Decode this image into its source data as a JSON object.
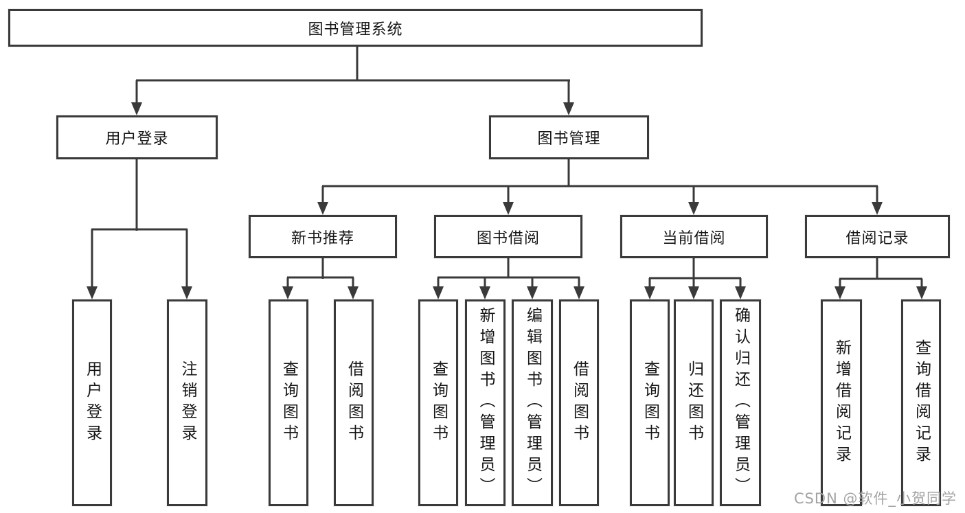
{
  "diagram": {
    "type": "hierarchy",
    "root": {
      "label": "图书管理系统"
    },
    "level2": [
      {
        "label": "用户登录"
      },
      {
        "label": "图书管理"
      }
    ],
    "level3": [
      {
        "label": "新书推荐",
        "parent": "图书管理"
      },
      {
        "label": "图书借阅",
        "parent": "图书管理"
      },
      {
        "label": "当前借阅",
        "parent": "图书管理"
      },
      {
        "label": "借阅记录",
        "parent": "图书管理"
      }
    ],
    "leaves": [
      {
        "label": "用户登录",
        "parent": "用户登录"
      },
      {
        "label": "注销登录",
        "parent": "用户登录"
      },
      {
        "label": "查询图书",
        "parent": "新书推荐"
      },
      {
        "label": "借阅图书",
        "parent": "新书推荐"
      },
      {
        "label": "查询图书",
        "parent": "图书借阅"
      },
      {
        "label": "新增图书（管理员）",
        "parent": "图书借阅"
      },
      {
        "label": "编辑图书（管理员）",
        "parent": "图书借阅"
      },
      {
        "label": "借阅图书",
        "parent": "图书借阅"
      },
      {
        "label": "查询图书",
        "parent": "当前借阅"
      },
      {
        "label": "归还图书",
        "parent": "当前借阅"
      },
      {
        "label": "确认归还（管理员）",
        "parent": "当前借阅"
      },
      {
        "label": "新增借阅记录",
        "parent": "借阅记录"
      },
      {
        "label": "查询借阅记录",
        "parent": "借阅记录"
      }
    ],
    "colors": {
      "line": "#3a3a3a",
      "box_border": "#3a3a3a",
      "text": "#161616",
      "background": "#ffffff",
      "watermark": "#a3a3a3"
    }
  },
  "watermark": {
    "text": "CSDN @软件_小贺同学"
  }
}
